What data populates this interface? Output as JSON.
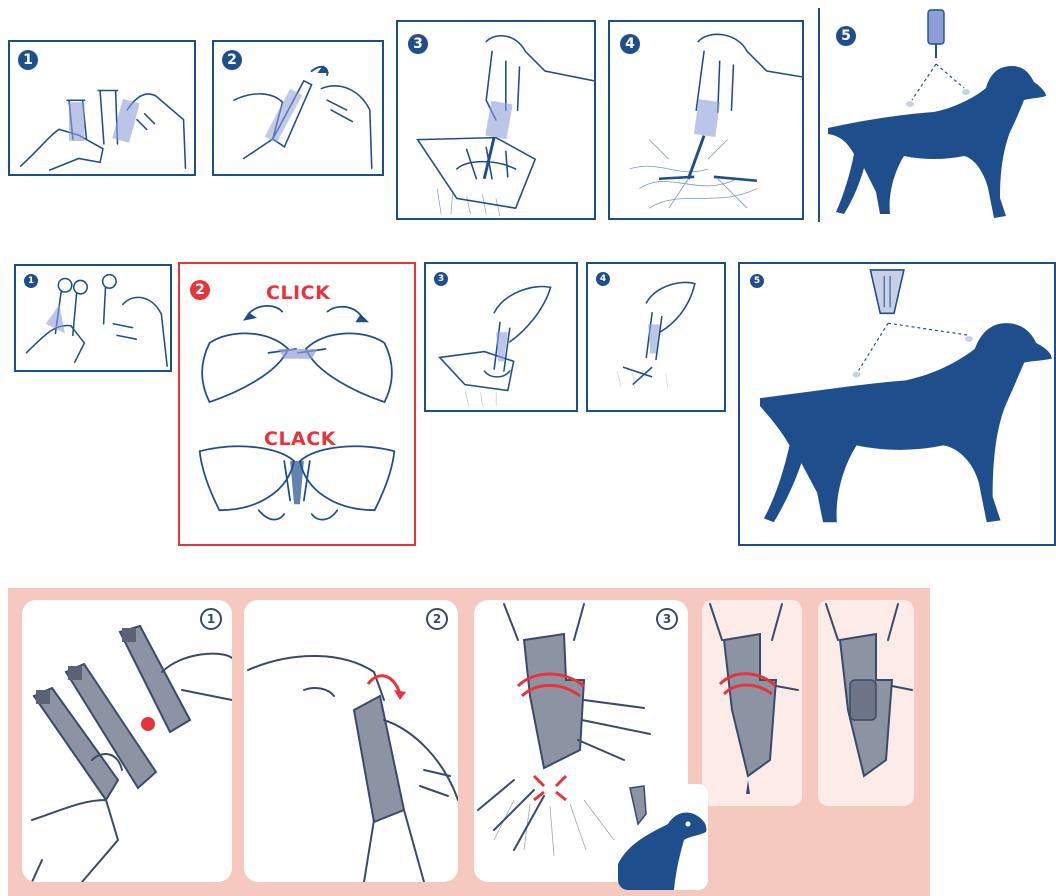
{
  "row1": {
    "steps": [
      {
        "number": "1"
      },
      {
        "number": "2"
      },
      {
        "number": "3"
      },
      {
        "number": "4"
      },
      {
        "number": "5"
      }
    ]
  },
  "row2": {
    "steps": [
      {
        "number": "1"
      },
      {
        "number": "2"
      },
      {
        "number": "3"
      },
      {
        "number": "4"
      },
      {
        "number": "5"
      }
    ],
    "click_label": "CLICK",
    "clack_label": "CLACK"
  },
  "row3": {
    "steps": [
      {
        "number": "1"
      },
      {
        "number": "2"
      },
      {
        "number": "3"
      }
    ]
  },
  "colors": {
    "blue": "#1f4e8c",
    "red": "#e8333a",
    "pink": "#f5c8c0",
    "gray_pipette": "#8c94a4"
  }
}
